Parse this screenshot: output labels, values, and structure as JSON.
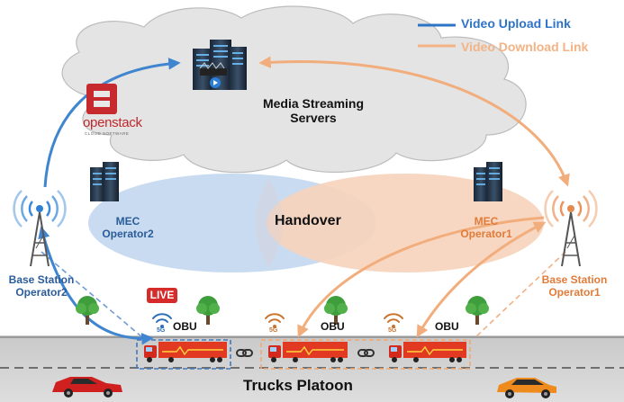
{
  "legend": {
    "upload_label": "Video Upload Link",
    "download_label": "Video Download Link",
    "upload_color": "#2e74c6",
    "download_color": "#f3b384"
  },
  "cloud": {
    "title": "Media Streaming Servers",
    "openstack_logo": "openstack",
    "openstack_tagline": "CLOUD SOFTWARE"
  },
  "mec_operator2": "MEC Operator2",
  "mec_operator1": "MEC Operator1",
  "handover": "Handover",
  "base_station_operator2": "Base Station Operator2",
  "base_station_operator1": "Base Station Operator1",
  "live_badge": "LIVE",
  "signal_label": "5G",
  "obu_label": "OBU",
  "platoon_label": "Trucks Platoon",
  "colors": {
    "operator2_zone": "#c7d9ef",
    "operator1_zone": "#f6d3bc",
    "cloud": "#e3e3e3"
  }
}
